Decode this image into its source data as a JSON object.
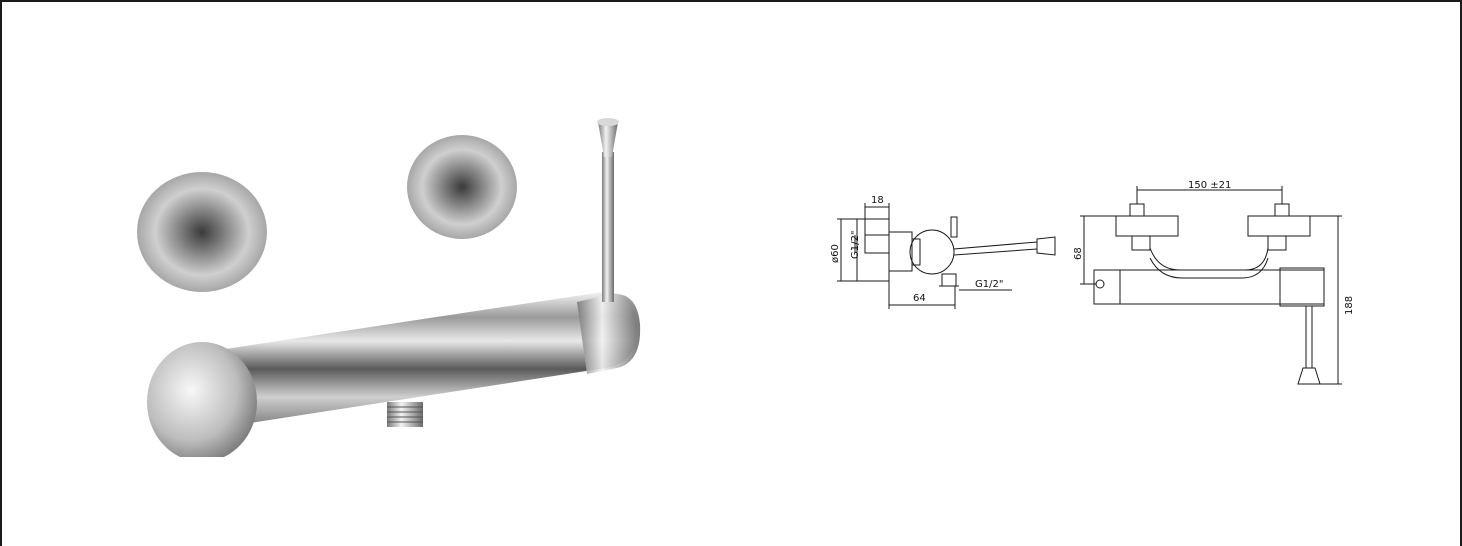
{
  "side_view": {
    "width_dim": "18",
    "diameter_dim": "ø60",
    "thread_top": "G1/2\"",
    "depth_dim": "64",
    "thread_bottom": "G1/2\""
  },
  "front_view": {
    "centers_dim": "150 ±21",
    "height_dim": "68",
    "overall_dim": "188"
  }
}
